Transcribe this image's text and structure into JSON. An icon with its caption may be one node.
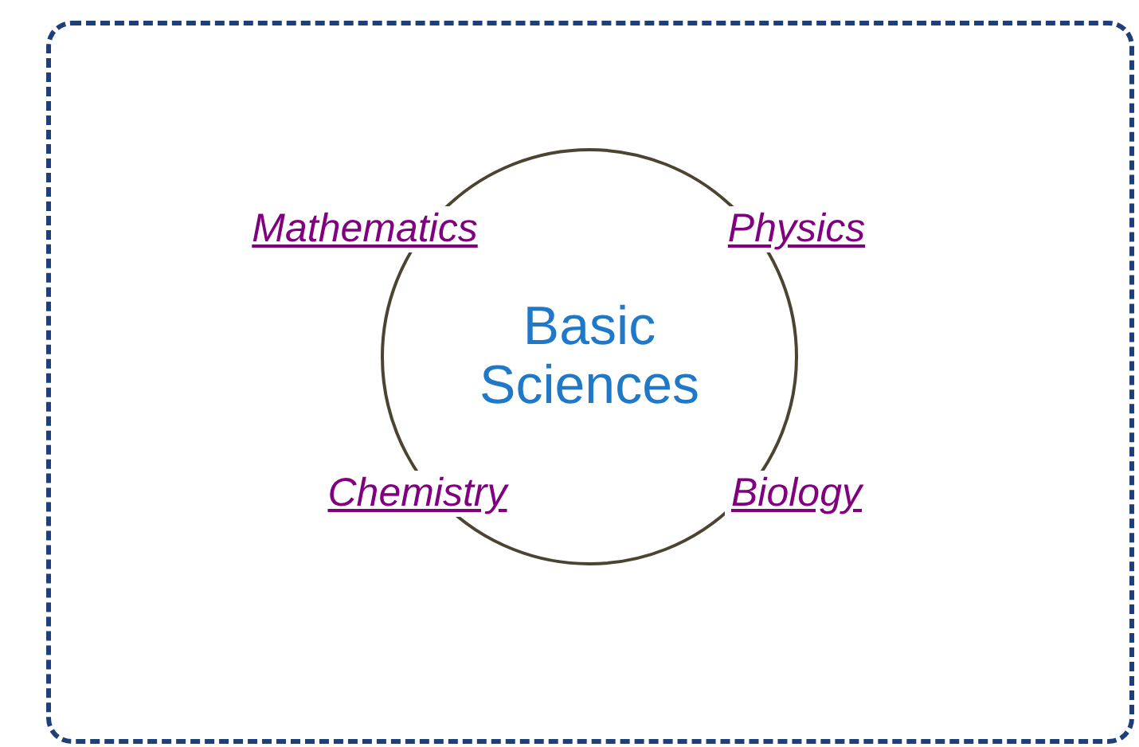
{
  "diagram": {
    "nodes": [
      {
        "text": [],
        "shape": "box"
      },
      {
        "text": [
          "Basic Sciences"
        ],
        "in": 0
      }
    ],
    "labels": [
      "Mathematics",
      "Physics",
      "Chemistry",
      "Biology"
    ]
  }
}
